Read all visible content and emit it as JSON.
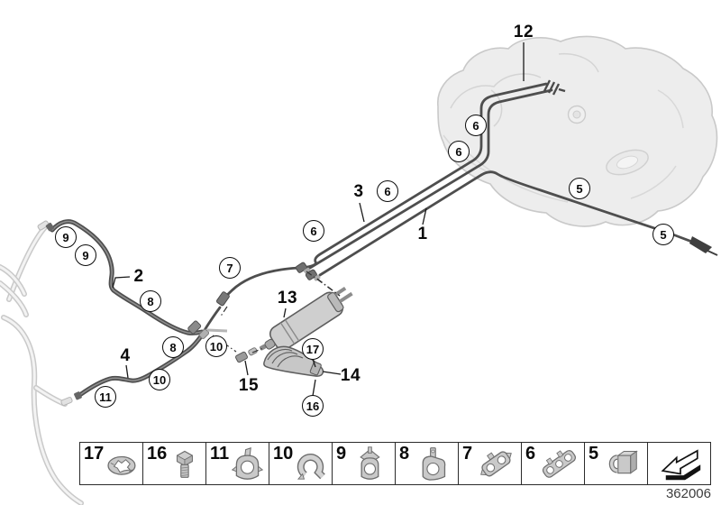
{
  "doc_number": "362006",
  "colors": {
    "line": "#4e4e4e",
    "ghost_line": "#cccccc",
    "tank_fill": "#ededed",
    "tank_stroke": "#c9c9c9",
    "callout_text": "#0a0a0a",
    "doc_number_color": "#3c3c3c"
  },
  "callouts": [
    {
      "n": "9"
    },
    {
      "n": "9"
    },
    {
      "n": "8"
    },
    {
      "n": "7"
    },
    {
      "n": "8"
    },
    {
      "n": "10"
    },
    {
      "n": "10"
    },
    {
      "n": "11"
    },
    {
      "n": "6"
    },
    {
      "n": "6"
    },
    {
      "n": "6"
    },
    {
      "n": "6"
    },
    {
      "n": "5"
    },
    {
      "n": "5"
    },
    {
      "n": "17"
    },
    {
      "n": "16"
    }
  ],
  "labels": [
    {
      "n": "12"
    },
    {
      "n": "3"
    },
    {
      "n": "1"
    },
    {
      "n": "2"
    },
    {
      "n": "4"
    },
    {
      "n": "13"
    },
    {
      "n": "14"
    },
    {
      "n": "15"
    }
  ],
  "legend": {
    "items": [
      {
        "n": "17",
        "icon": "spring-nut-icon"
      },
      {
        "n": "16",
        "icon": "hex-bolt-icon"
      },
      {
        "n": "11",
        "icon": "hose-clamp-icon"
      },
      {
        "n": "10",
        "icon": "hose-clip-icon"
      },
      {
        "n": "9",
        "icon": "line-clip-icon"
      },
      {
        "n": "8",
        "icon": "line-holder-icon"
      },
      {
        "n": "7",
        "icon": "double-line-clamp-icon"
      },
      {
        "n": "6",
        "icon": "triple-line-clamp-icon"
      },
      {
        "n": "5",
        "icon": "edge-clip-icon"
      }
    ],
    "arrow_icon": "next-diagram-arrow"
  }
}
